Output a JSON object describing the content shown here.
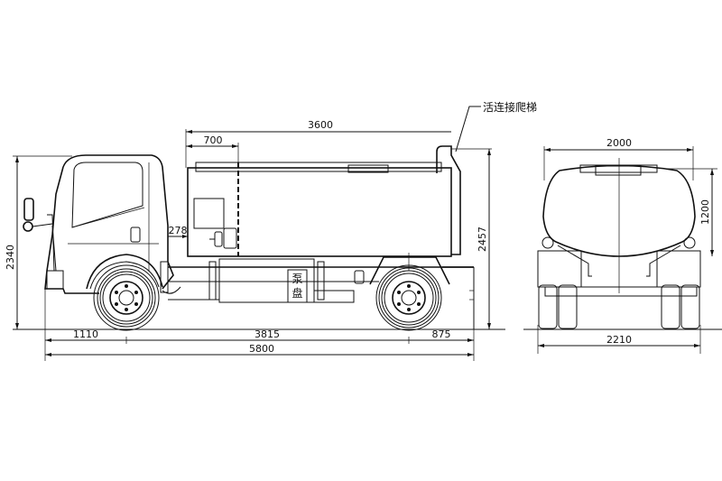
{
  "title": "Tanker truck dimensional drawing",
  "annotation_label": "活连接爬梯",
  "pump_box_label": [
    "泵",
    "盘"
  ],
  "side_view": {
    "dimensions": {
      "overall_height": "2340",
      "tank_height": "2457",
      "tank_length": "3600",
      "front_section": "700",
      "cab_gap": "278",
      "front_overhang": "1110",
      "wheelbase": "3815",
      "rear_overhang": "875",
      "overall_length": "5800"
    }
  },
  "rear_view": {
    "dimensions": {
      "tank_width": "2000",
      "tank_section_height": "1200",
      "overall_width": "2210"
    }
  },
  "colors": {
    "line": "#111111",
    "background": "#ffffff"
  }
}
